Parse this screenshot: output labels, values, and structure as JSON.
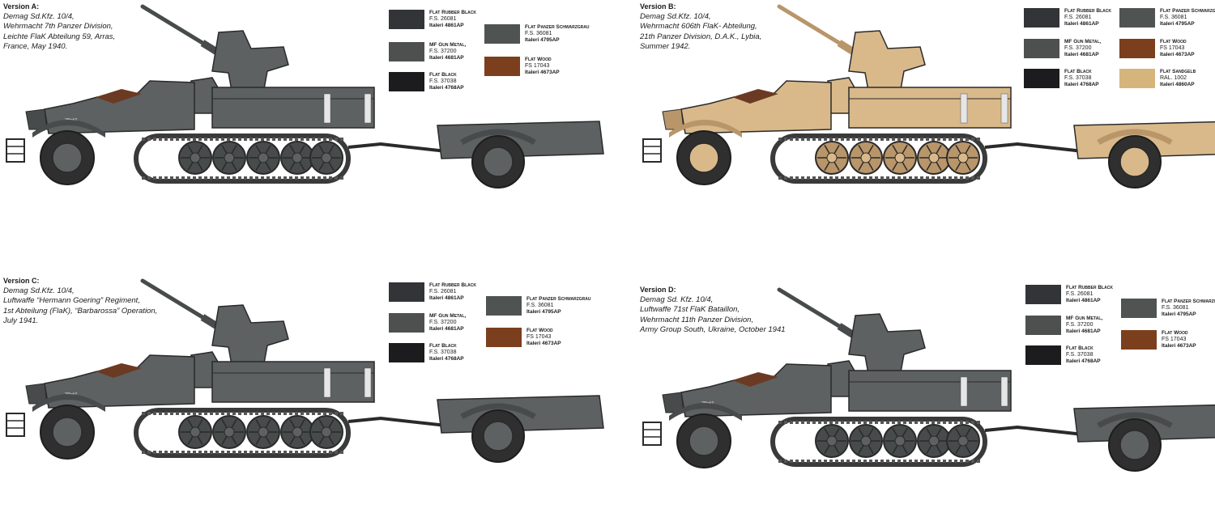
{
  "paints": {
    "rubber_black": {
      "name": "Flat Rubber Black",
      "fs": "F.S. 26081",
      "code": "Italeri 4861AP",
      "color": "#333437"
    },
    "gun_metal": {
      "name": "MF Gun Metal,",
      "fs": "F.S. 37200",
      "code": "Italeri 4681AP",
      "color": "#4d504f"
    },
    "flat_black": {
      "name": "Flat Black",
      "fs": "F.S. 37038",
      "code": "Italeri 4768AP",
      "color": "#1c1b1d"
    },
    "panzer_grey": {
      "name": "Flat Panzer Schwarzgrau",
      "fs": "F.S. 36081",
      "code": "Italeri 4795AP",
      "color": "#4f5452"
    },
    "wood": {
      "name": "Flat Wood",
      "fs": "FS 17043",
      "code": "Italeri 4673AP",
      "color": "#7c3f1d"
    },
    "sandgelb": {
      "name": "Flat Sandgelb",
      "fs": "RAL. 1002",
      "code": "Italeri 4860AP",
      "color": "#d6b57d"
    }
  },
  "versions": [
    {
      "title": "Version A:",
      "lines": [
        "Demag Sd.Kfz. 10/4,",
        "Wehrmacht 7th Panzer Division,",
        "Leichte FlaK Abteilung 59, Arras,",
        "France, May 1940."
      ],
      "body_color": "#5d6162",
      "dark_color": "#474b4b",
      "plate": "2/9ak2"
    },
    {
      "title": "Version B:",
      "lines": [
        "Demag Sd.Kfz. 10/4,",
        "Wehrmacht 606th FlaK- Abteilung,",
        "21th Panzer Division, D.A.K., Lybia,",
        "Summer 1942."
      ],
      "body_color": "#d9b98a",
      "dark_color": "#b8966a",
      "plate": ""
    },
    {
      "title": "Version C:",
      "lines": [
        "Demag Sd.Kfz. 10/4,",
        "Luftwaffe “Hermann Goering” Regiment,",
        "1st Abteilung (FlaK), “Barbarossa” Operation,",
        "July 1941."
      ],
      "body_color": "#5d6162",
      "dark_color": "#474b4b",
      "plate": "2/9ak2"
    },
    {
      "title": "Version D:",
      "lines": [
        "Demag Sd. Kfz. 10/4,",
        "Luftwaffe 71st FlaK Bataillon,",
        "Wehrmacht 11th Panzer Division,",
        "Army Group South, Ukraine, October 1941"
      ],
      "body_color": "#5d6162",
      "dark_color": "#474b4b",
      "plate": "2/9ak2"
    }
  ]
}
